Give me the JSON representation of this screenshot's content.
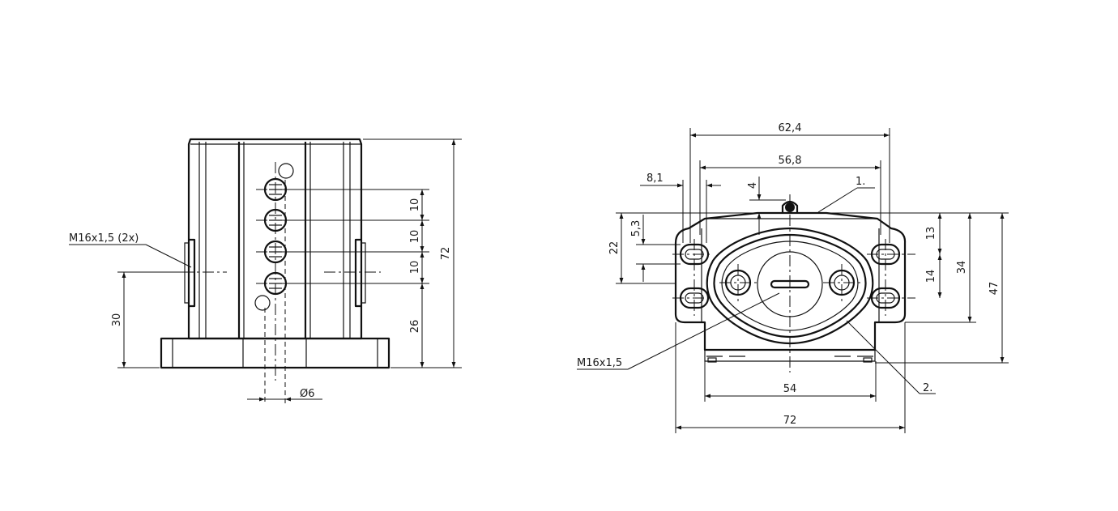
{
  "side_view": {
    "dimensions": {
      "height_total": "72",
      "pitch_1": "10",
      "pitch_2": "10",
      "pitch_3": "10",
      "bottom_offset": "26",
      "thread_height": "30",
      "hole_diameter": "Ø6"
    },
    "callouts": {
      "thread": "M16x1,5 (2x)"
    }
  },
  "front_view": {
    "dimensions": {
      "outer_width": "62,4",
      "inner_width": "56,8",
      "slot_width": "8,1",
      "top_offset": "4",
      "flange_height": "22",
      "slot_pitch": "5,3",
      "upper_spacing": "13",
      "lower_spacing": "14",
      "mid_height": "34",
      "total_height": "47",
      "base_width": "54",
      "overall_width": "72"
    },
    "callouts": {
      "item_1": "1.",
      "item_2": "2.",
      "thread": "M16x1,5"
    }
  },
  "colors": {
    "line": "#111111",
    "background": "#ffffff"
  }
}
